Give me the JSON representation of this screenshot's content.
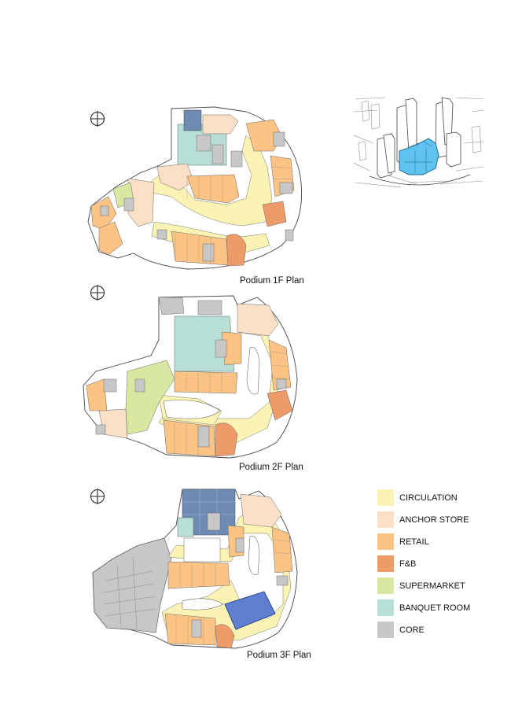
{
  "plans": [
    {
      "caption": "Podium 1F Plan"
    },
    {
      "caption": "Podium 2F Plan"
    },
    {
      "caption": "Podium 3F Plan"
    }
  ],
  "legend": [
    {
      "label": "CIRCULATION",
      "color": "#fbf3b4"
    },
    {
      "label": "ANCHOR STORE",
      "color": "#fbdfc7"
    },
    {
      "label": "RETAIL",
      "color": "#fbc384"
    },
    {
      "label": "F&B",
      "color": "#ee9b6a"
    },
    {
      "label": "SUPERMARKET",
      "color": "#d9e8a0"
    },
    {
      "label": "BANQUET ROOM",
      "color": "#b7dfd6"
    },
    {
      "label": "CORE",
      "color": "#c7c7c7"
    }
  ],
  "colors": {
    "key_map_highlight": "#5ec3ee",
    "meeting_room": "#6d8bb3",
    "auditorium": "#5f7fd0",
    "line": "#555555"
  }
}
